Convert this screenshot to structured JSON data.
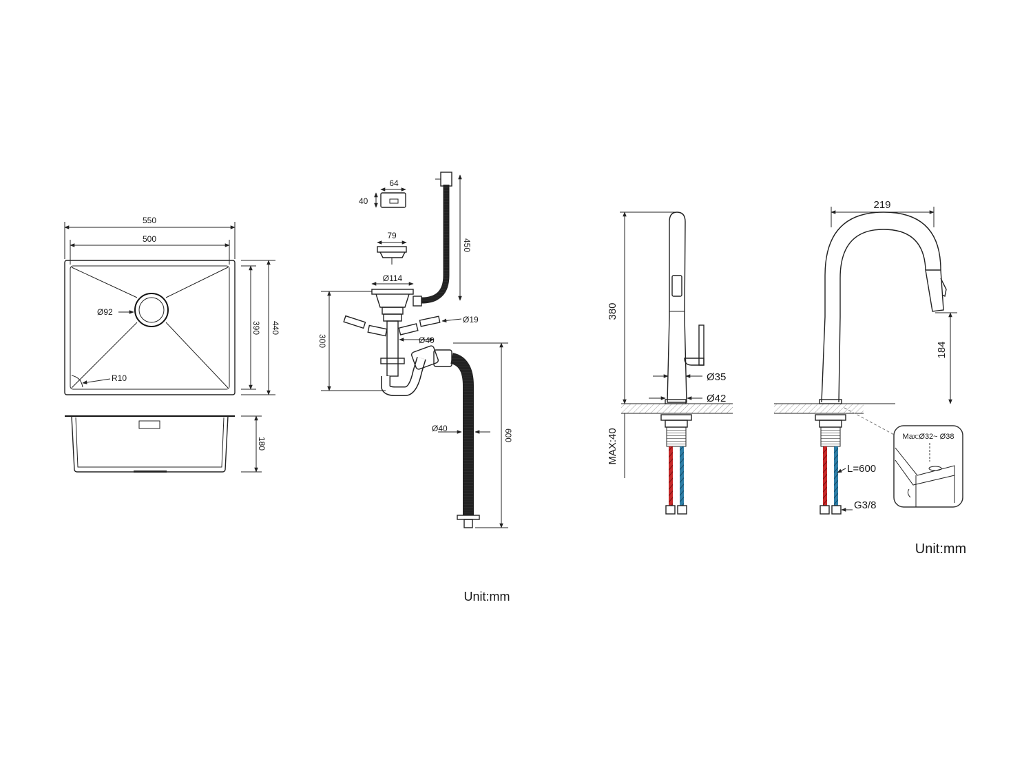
{
  "colors": {
    "line": "#222222",
    "hot": "#c62828",
    "cold": "#2e7ea6",
    "counter": "#d9d9d9"
  },
  "sink": {
    "outer_width": "550",
    "inner_width": "500",
    "drain_diameter": "Ø92",
    "corner_radius": "R10",
    "inner_depth": "390",
    "outer_depth": "440",
    "bowl_height": "180"
  },
  "drain_kit": {
    "overflow_width": "64",
    "overflow_height": "40",
    "strainer_width": "79",
    "flange_diameter": "Ø114",
    "hose_length": "450",
    "connector_diameter": "Ø19",
    "pipe_diameter": "Ø40",
    "trap_pipe_diameter": "Ø40",
    "drain_height": "300",
    "outlet_length": "600",
    "unit": "Unit:mm"
  },
  "faucet_side": {
    "height": "380",
    "body_diameter": "Ø35",
    "base_diameter": "Ø42",
    "counter_max": "MAX:40"
  },
  "faucet_front": {
    "reach": "219",
    "spout_height": "184",
    "hole_range": "Max:Ø32~ Ø38",
    "hose_length": "L=600",
    "thread": "G3/8",
    "unit": "Unit:mm"
  }
}
